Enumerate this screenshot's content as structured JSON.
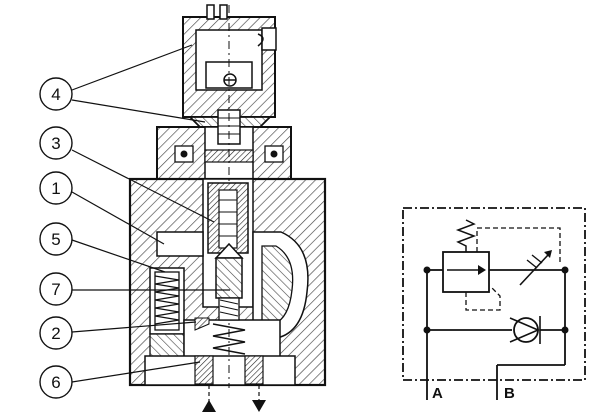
{
  "callouts": [
    {
      "id": "4",
      "label": "4"
    },
    {
      "id": "3",
      "label": "3"
    },
    {
      "id": "1",
      "label": "1"
    },
    {
      "id": "5",
      "label": "5"
    },
    {
      "id": "7",
      "label": "7"
    },
    {
      "id": "2",
      "label": "2"
    },
    {
      "id": "6",
      "label": "6"
    }
  ],
  "ports": {
    "a": "A",
    "b": "B"
  },
  "colors": {
    "ink": "#111111",
    "hatch": "#444444",
    "paper": "#ffffff",
    "shade": "#e8e8e8"
  }
}
